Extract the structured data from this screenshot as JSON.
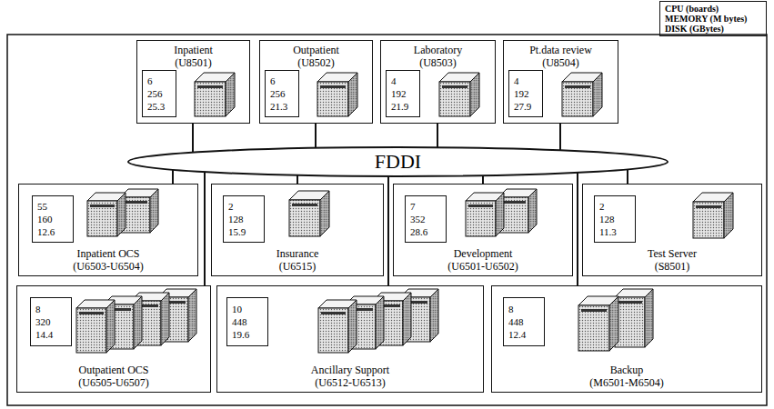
{
  "diagram": {
    "nodes": [
      {
        "text": [
          "CPU (boards)",
          "MEMORY (M bytes)",
          "DISK (GBytes)"
        ]
      },
      {
        "text": [
          "Inpatient",
          "(U8501)"
        ]
      },
      {
        "text": [
          "6",
          "256",
          "25.3"
        ],
        "in": 1
      },
      {
        "text": [
          "Outpatient",
          "(U8502)"
        ]
      },
      {
        "text": [
          "6",
          "256",
          "21.3"
        ],
        "in": 3
      },
      {
        "text": [
          "Laboratory",
          "(U8503)"
        ]
      },
      {
        "text": [
          "4",
          "192",
          "21.9"
        ],
        "in": 5
      },
      {
        "text": [
          "Pt.data review",
          "(U8504)"
        ]
      },
      {
        "text": [
          "4",
          "192",
          "27.9"
        ],
        "in": 7
      },
      {
        "text": [
          "FDDI"
        ]
      },
      {
        "text": [
          "Inpatient OCS",
          "(U6503-U6504)"
        ]
      },
      {
        "text": [
          "55",
          "160",
          "12.6"
        ],
        "in": 10
      },
      {
        "text": [
          "Insurance",
          "(U6515)"
        ]
      },
      {
        "text": [
          "2",
          "128",
          "15.9"
        ],
        "in": 12
      },
      {
        "text": [
          "Development",
          "(U6501-U6502)"
        ]
      },
      {
        "text": [
          "7",
          "352",
          "28.6"
        ],
        "in": 14
      },
      {
        "text": [
          "Test Server",
          "(S8501)"
        ]
      },
      {
        "text": [
          "2",
          "128",
          "11.3"
        ],
        "in": 16
      },
      {
        "text": [
          "Outpatient OCS",
          "(U6505-U6507)"
        ]
      },
      {
        "text": [
          "8",
          "320",
          "14.4"
        ],
        "in": 18
      },
      {
        "text": [
          "Ancillary Support",
          "(U6512-U6513)"
        ]
      },
      {
        "text": [
          "10",
          "448",
          "19.6"
        ],
        "in": 20
      },
      {
        "text": [
          "Backup",
          "(M6501-M6504)"
        ]
      },
      {
        "text": [
          "8",
          "448",
          "12.4"
        ],
        "in": 22
      }
    ],
    "edges": [
      {
        "from": 1,
        "to": 9,
        "arrow": "none"
      },
      {
        "from": 3,
        "to": 9,
        "arrow": "none"
      },
      {
        "from": 5,
        "to": 9,
        "arrow": "none"
      },
      {
        "from": 7,
        "to": 9,
        "arrow": "none"
      },
      {
        "from": 9,
        "to": 10,
        "arrow": "none"
      },
      {
        "from": 9,
        "to": 12,
        "arrow": "none"
      },
      {
        "from": 9,
        "to": 14,
        "arrow": "none"
      },
      {
        "from": 9,
        "to": 16,
        "arrow": "none"
      },
      {
        "from": 9,
        "to": 18,
        "arrow": "none"
      },
      {
        "from": 9,
        "to": 20,
        "arrow": "none"
      },
      {
        "from": 9,
        "to": 22,
        "arrow": "none"
      }
    ]
  }
}
